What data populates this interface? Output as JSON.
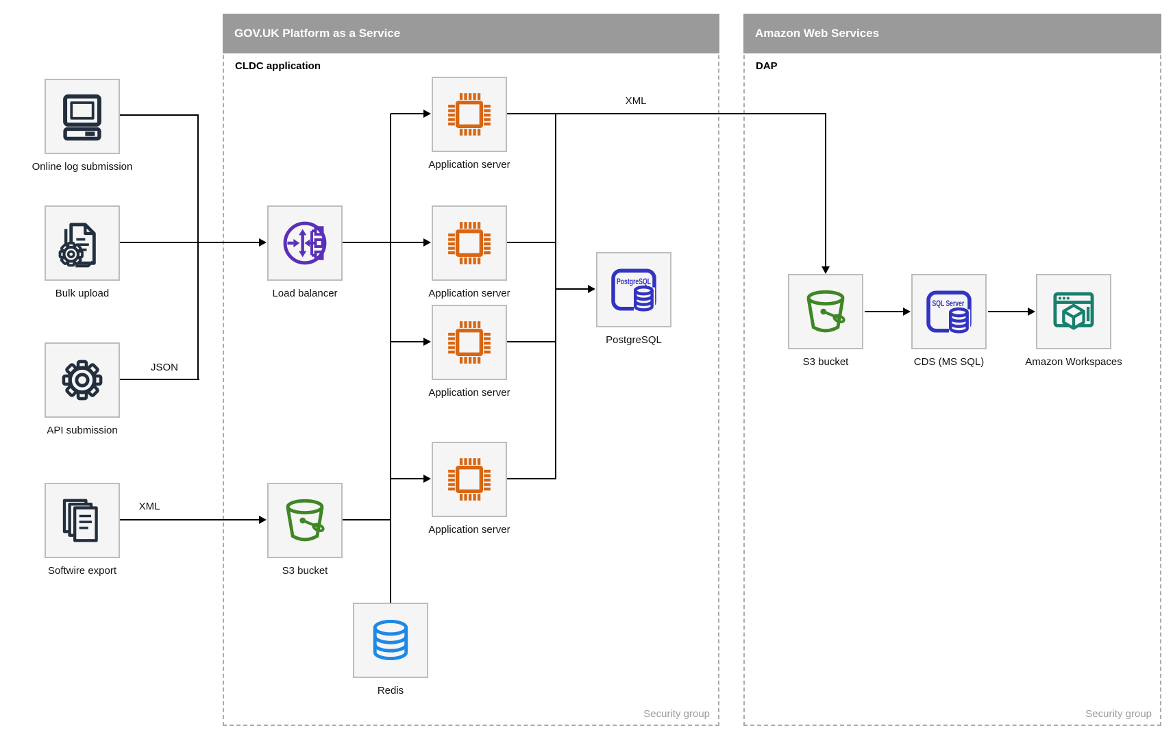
{
  "diagram": {
    "paas": {
      "title": "GOV.UK Platform as a Service",
      "sublabel": "CLDC application",
      "footer": "Security group"
    },
    "aws": {
      "title": "Amazon Web Services",
      "sublabel": "DAP",
      "footer": "Security group"
    }
  },
  "nodes": {
    "online_log": {
      "label": "Online log submission",
      "icon": "desktop-computer-icon"
    },
    "bulk_upload": {
      "label": "Bulk upload",
      "icon": "document-gear-icon"
    },
    "api_submission": {
      "label": "API submission",
      "icon": "gear-icon"
    },
    "softwire_export": {
      "label": "Softwire export",
      "icon": "documents-stack-icon"
    },
    "load_balancer": {
      "label": "Load balancer",
      "icon": "elastic-load-balancer-icon"
    },
    "app_server_1": {
      "label": "Application server",
      "icon": "cpu-chip-icon"
    },
    "app_server_2": {
      "label": "Application server",
      "icon": "cpu-chip-icon"
    },
    "app_server_3": {
      "label": "Application server",
      "icon": "cpu-chip-icon"
    },
    "app_server_4": {
      "label": "Application server",
      "icon": "cpu-chip-icon"
    },
    "postgresql": {
      "label": "PostgreSQL",
      "icon": "postgresql-database-icon",
      "icon_text": "PostgreSQL"
    },
    "s3_mid": {
      "label": "S3 bucket",
      "icon": "s3-bucket-icon"
    },
    "redis": {
      "label": "Redis",
      "icon": "redis-database-icon"
    },
    "s3_aws": {
      "label": "S3 bucket",
      "icon": "s3-bucket-icon"
    },
    "cds": {
      "label": "CDS (MS SQL)",
      "icon": "sql-server-database-icon",
      "icon_text": "SQL Server"
    },
    "workspaces": {
      "label": "Amazon Workspaces",
      "icon": "workspaces-browser-cube-icon"
    }
  },
  "edge_labels": {
    "api_format": "JSON",
    "softwire_format": "XML",
    "app_to_aws_format": "XML"
  },
  "colors": {
    "container_header": "#9A9A9A",
    "node_fill": "#F5F5F5",
    "node_border": "#BDBDBD",
    "line": "#000000",
    "sources_icon": "#232F3E",
    "load_balancer_icon": "#5A30B8",
    "app_server_icon": "#D86613",
    "postgresql_icon": "#3333C2",
    "s3_icon": "#3F8624",
    "redis_icon": "#1E88E5",
    "sql_server_icon": "#3333C2",
    "workspaces_icon": "#17806D",
    "security_group_text": "#9C9C9C"
  }
}
